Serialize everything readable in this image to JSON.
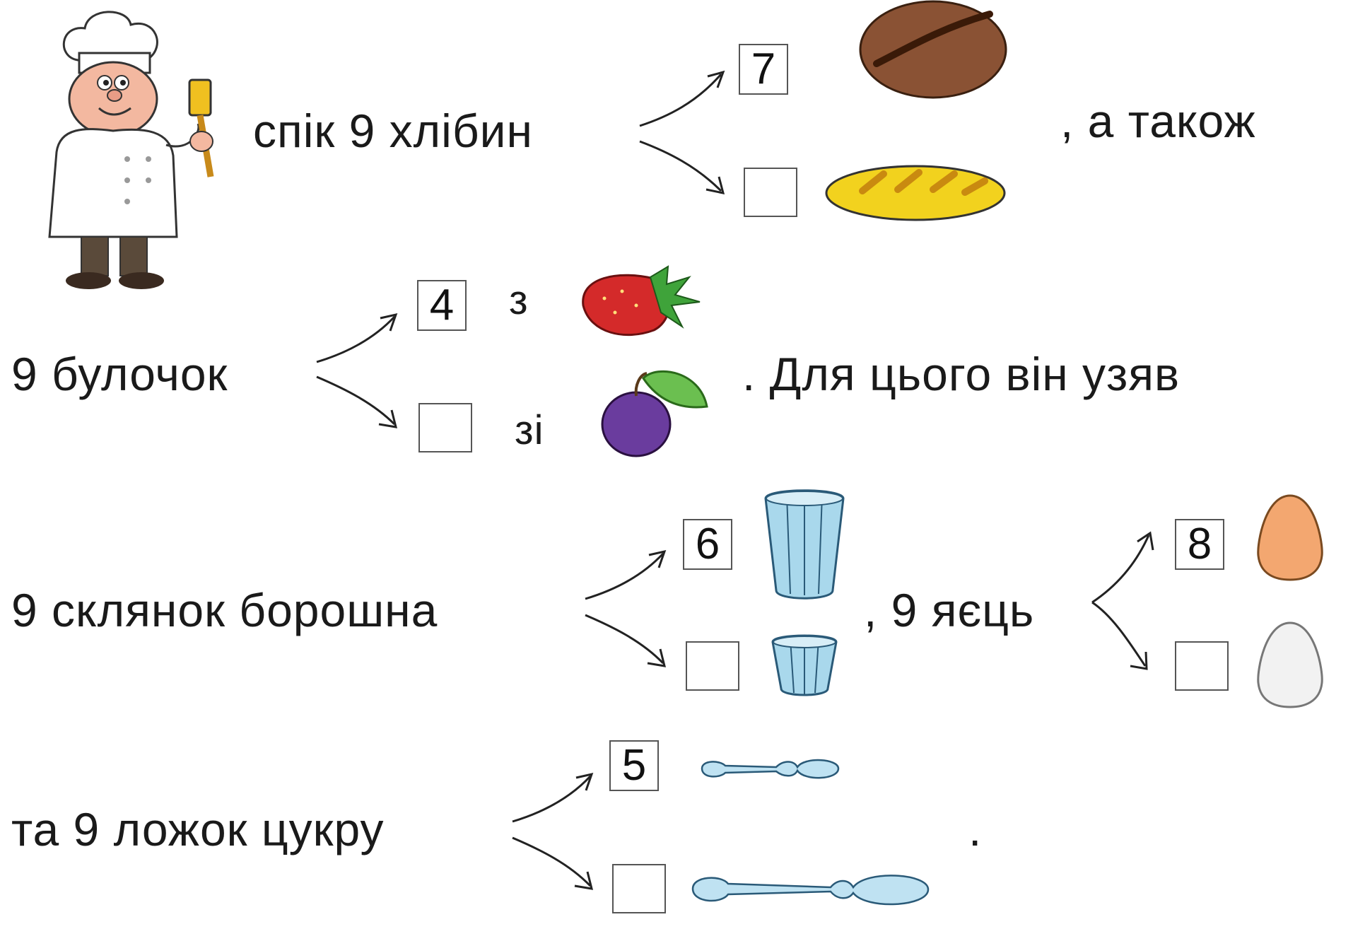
{
  "rows": {
    "row1": {
      "text": "спік 9 хлібин",
      "box_top": "7",
      "tail": ", а також"
    },
    "row2": {
      "text": "9 булочок",
      "box_top": "4",
      "prep_top": "з",
      "prep_bottom": "зі",
      "tail": ".  Для цього він узяв"
    },
    "row3": {
      "text": "9 склянок борошна",
      "box_top": "6",
      "mid": ", 9 яєць",
      "box2_top": "8"
    },
    "row4": {
      "text": "та 9 ложок цукру",
      "box_top": "5",
      "tail": "."
    }
  },
  "icons": [
    "chef-icon",
    "round-bread-icon",
    "long-loaf-icon",
    "strawberry-icon",
    "plum-icon",
    "tall-glass-icon",
    "short-glass-icon",
    "brown-egg-icon",
    "white-egg-icon",
    "teaspoon-icon",
    "tablespoon-icon",
    "arrow-icon"
  ],
  "colors": {
    "bread": "#8a5234",
    "loaf": "#f2d21e",
    "strawberry": "#d42a2a",
    "plum": "#6a3c9e",
    "glass": "#a9d8ec",
    "egg_brown": "#f3a770",
    "egg_white": "#f2f2f2",
    "spoon": "#bfe2f2"
  }
}
